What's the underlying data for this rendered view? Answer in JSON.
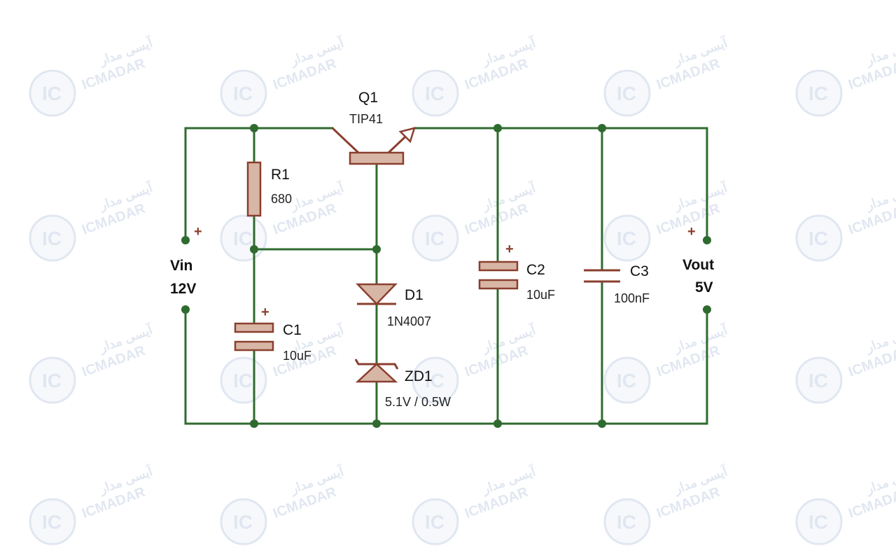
{
  "transistor": {
    "ref": "Q1",
    "part": "TIP41"
  },
  "resistor": {
    "ref": "R1",
    "value": "680"
  },
  "capacitors": [
    {
      "ref": "C1",
      "value": "10uF",
      "polarized": true
    },
    {
      "ref": "C2",
      "value": "10uF",
      "polarized": true
    },
    {
      "ref": "C3",
      "value": "100nF",
      "polarized": false
    }
  ],
  "diode": {
    "ref": "D1",
    "part": "1N4007"
  },
  "zener": {
    "ref": "ZD1",
    "value": "5.1V / 0.5W"
  },
  "input": {
    "label": "Vin",
    "voltage": "12V",
    "polarity": "+"
  },
  "output": {
    "label": "Vout",
    "voltage": "5V",
    "polarity": "+"
  },
  "watermark": {
    "logo": "IC",
    "text": "ICMADAR",
    "text_fa": "آیسی مدار"
  },
  "colors": {
    "wire": "#2f6b2f",
    "component_fill": "#d8b6a6",
    "component_stroke": "#8a3f2e"
  }
}
